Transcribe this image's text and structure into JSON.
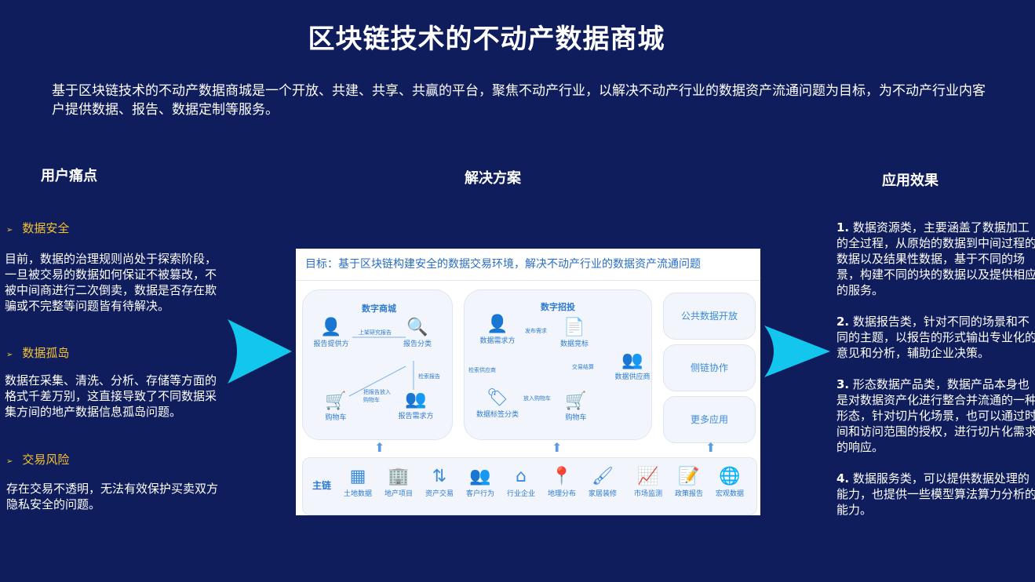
{
  "title": "区块链技术的不动产数据商城",
  "intro": "基于区块链技术的不动产数据商城是一个开放、共建、共享、共赢的平台，聚焦不动产行业，以解决不动产行业的数据资产流通问题为目标，为不动产行业内客户提供数据、报告、数据定制等服务。",
  "columns": {
    "left": "用户痛点",
    "middle": "解决方案",
    "right": "应用效果"
  },
  "pain_points": [
    {
      "title": "数据安全",
      "body": "目前，数据的治理规则尚处于探索阶段，一旦被交易的数据如何保证不被篡改，不被中间商进行二次倒卖，数据是否存在欺骗或不完整等问题皆有待解决。"
    },
    {
      "title": "数据孤岛",
      "body": "数据在采集、清洗、分析、存储等方面的格式千差万别，这直接导致了不同数据采集方间的地产数据信息孤岛问题。"
    },
    {
      "title": "交易风险",
      "body": "存在交易不透明，无法有效保护买卖双方隐私安全的问题。"
    }
  ],
  "effects": [
    {
      "num": "1.",
      "text": "数据资源类，主要涵盖了数据加工的全过程，从原始的数据到中间过程的数据以及结果性数据，基于不同的场景，构建不同的块的数据以及提供相应的服务。"
    },
    {
      "num": "2.",
      "text": "数据报告类，针对不同的场景和不同的主题，以报告的形式输出专业化的意见和分析，辅助企业决策。"
    },
    {
      "num": "3.",
      "text": "形态数据产品类，数据产品本身也是对数据资产化进行整合并流通的一种形态，针对切片化场景，也可以通过时间和访问范围的授权，进行切片化需求的响应。"
    },
    {
      "num": "4.",
      "text": "数据服务类，可以提供数据处理的能力，也提供一些模型算法算力分析的能力。"
    }
  ],
  "diagram": {
    "goal": "目标：基于区块链构建安全的数据交易环境，解决不动产行业的数据资产流通问题",
    "mall": {
      "title": "数字商城",
      "nodes": [
        "报告提供方",
        "报告分类",
        "购物车",
        "报告需求方"
      ],
      "edges": [
        "上架研究报告",
        "检索报告",
        "把报告放入购物车"
      ]
    },
    "bid": {
      "title": "数字招投",
      "nodes": [
        "数据需求方",
        "数据竞标",
        "数据供应商",
        "数据标签分类",
        "购物车"
      ],
      "edges": [
        "发布需求",
        "交易结算",
        "检索供应商",
        "放入购物车"
      ]
    },
    "right_boxes": [
      "公共数据开放",
      "侧链协作",
      "更多应用"
    ],
    "chain_label": "主链",
    "bottom_items": [
      "土地数据",
      "地产项目",
      "资产交易",
      "客户行为",
      "行业企业",
      "地理分布",
      "家居装修",
      "市场监测",
      "政策报告",
      "宏观数据"
    ]
  },
  "colors": {
    "background": "#101d5c",
    "accent": "#f5c232",
    "arrow": "#13c6ee",
    "diagram_text": "#2f7ad0"
  }
}
